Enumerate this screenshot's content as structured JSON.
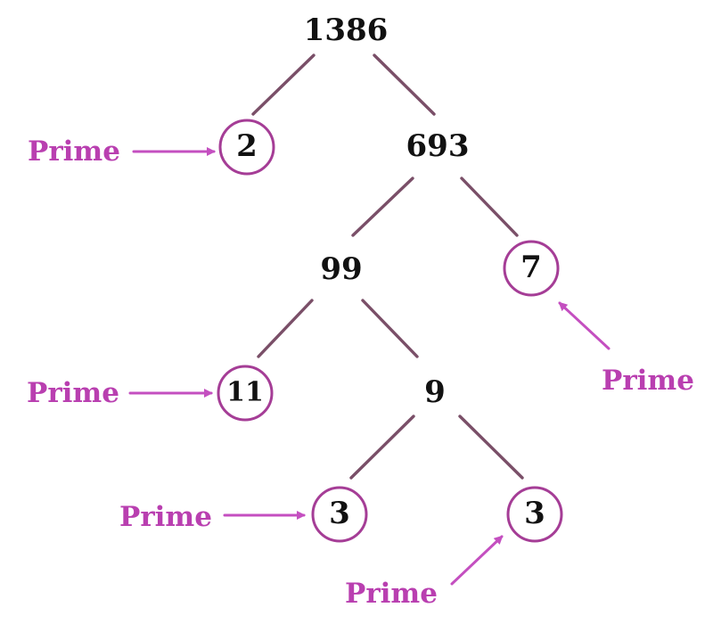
{
  "nodes": {
    "root": "1386",
    "n2": "2",
    "n693": "693",
    "n99": "99",
    "n7": "7",
    "n11": "11",
    "n9": "9",
    "n3_left": "3",
    "n3_right": "3"
  },
  "labels": {
    "prime_2": "Prime",
    "prime_7": "Prime",
    "prime_11": "Prime",
    "prime_3_left": "Prime",
    "prime_3_right": "Prime"
  },
  "colors": {
    "label": "#b93fb0",
    "circle": "#a53d96",
    "edge": "#7a4f68",
    "number": "#111111"
  }
}
